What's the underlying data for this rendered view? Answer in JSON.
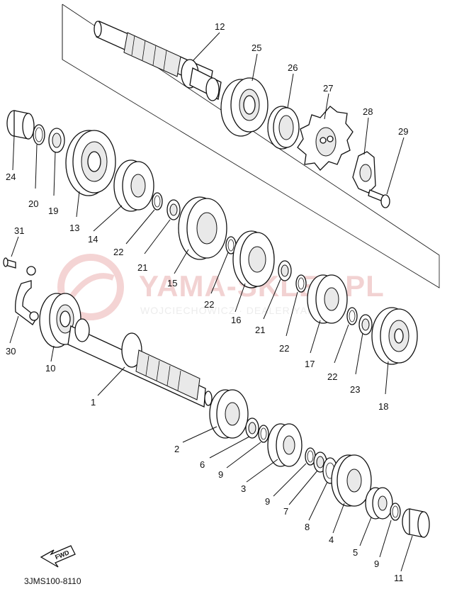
{
  "watermark": {
    "brand": "YAMA-SKLEP.PL",
    "subtitle": "WOJCIECHOWICZ · DEALER YAMAHA"
  },
  "diagram_code": "3JMS100-8110",
  "fwd_label": "FWD",
  "part_labels": {
    "p1": "1",
    "p2": "2",
    "p3": "3",
    "p4": "4",
    "p5": "5",
    "p6": "6",
    "p7": "7",
    "p8": "8",
    "p9a": "9",
    "p9b": "9",
    "p9c": "9",
    "p10": "10",
    "p11": "11",
    "p12": "12",
    "p13": "13",
    "p14": "14",
    "p15": "15",
    "p16": "16",
    "p17": "17",
    "p18": "18",
    "p19": "19",
    "p20": "20",
    "p21a": "21",
    "p21b": "21",
    "p22a": "22",
    "p22b": "22",
    "p22c": "22",
    "p22d": "22",
    "p23": "23",
    "p24": "24",
    "p25": "25",
    "p26": "26",
    "p27": "27",
    "p28": "28",
    "p29": "29",
    "p30": "30",
    "p31": "31"
  }
}
